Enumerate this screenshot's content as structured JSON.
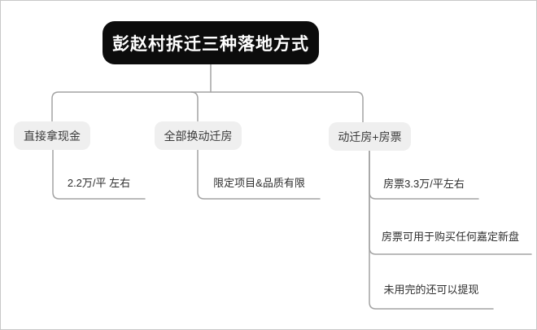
{
  "diagram": {
    "title": "彭赵村拆迁三种落地方式",
    "branches": [
      {
        "label": "直接拿现金",
        "children": [
          "2.2万/平 左右"
        ]
      },
      {
        "label": "全部换动迁房",
        "children": [
          "限定项目&品质有限"
        ]
      },
      {
        "label": "动迁房+房票",
        "children": [
          "房票3.3万/平左右",
          "房票可用于购买任何嘉定新盘",
          "未用完的还可以提现"
        ]
      }
    ],
    "colors": {
      "root_bg": "#0c0c0c",
      "root_text": "#ffffff",
      "branch_bg": "#efefef",
      "branch_text": "#3a3a3a",
      "child_text": "#2e2e2e",
      "connector": "#a3a3a3",
      "canvas_bg": "#ffffff",
      "canvas_border": "#c8c8c8"
    }
  }
}
